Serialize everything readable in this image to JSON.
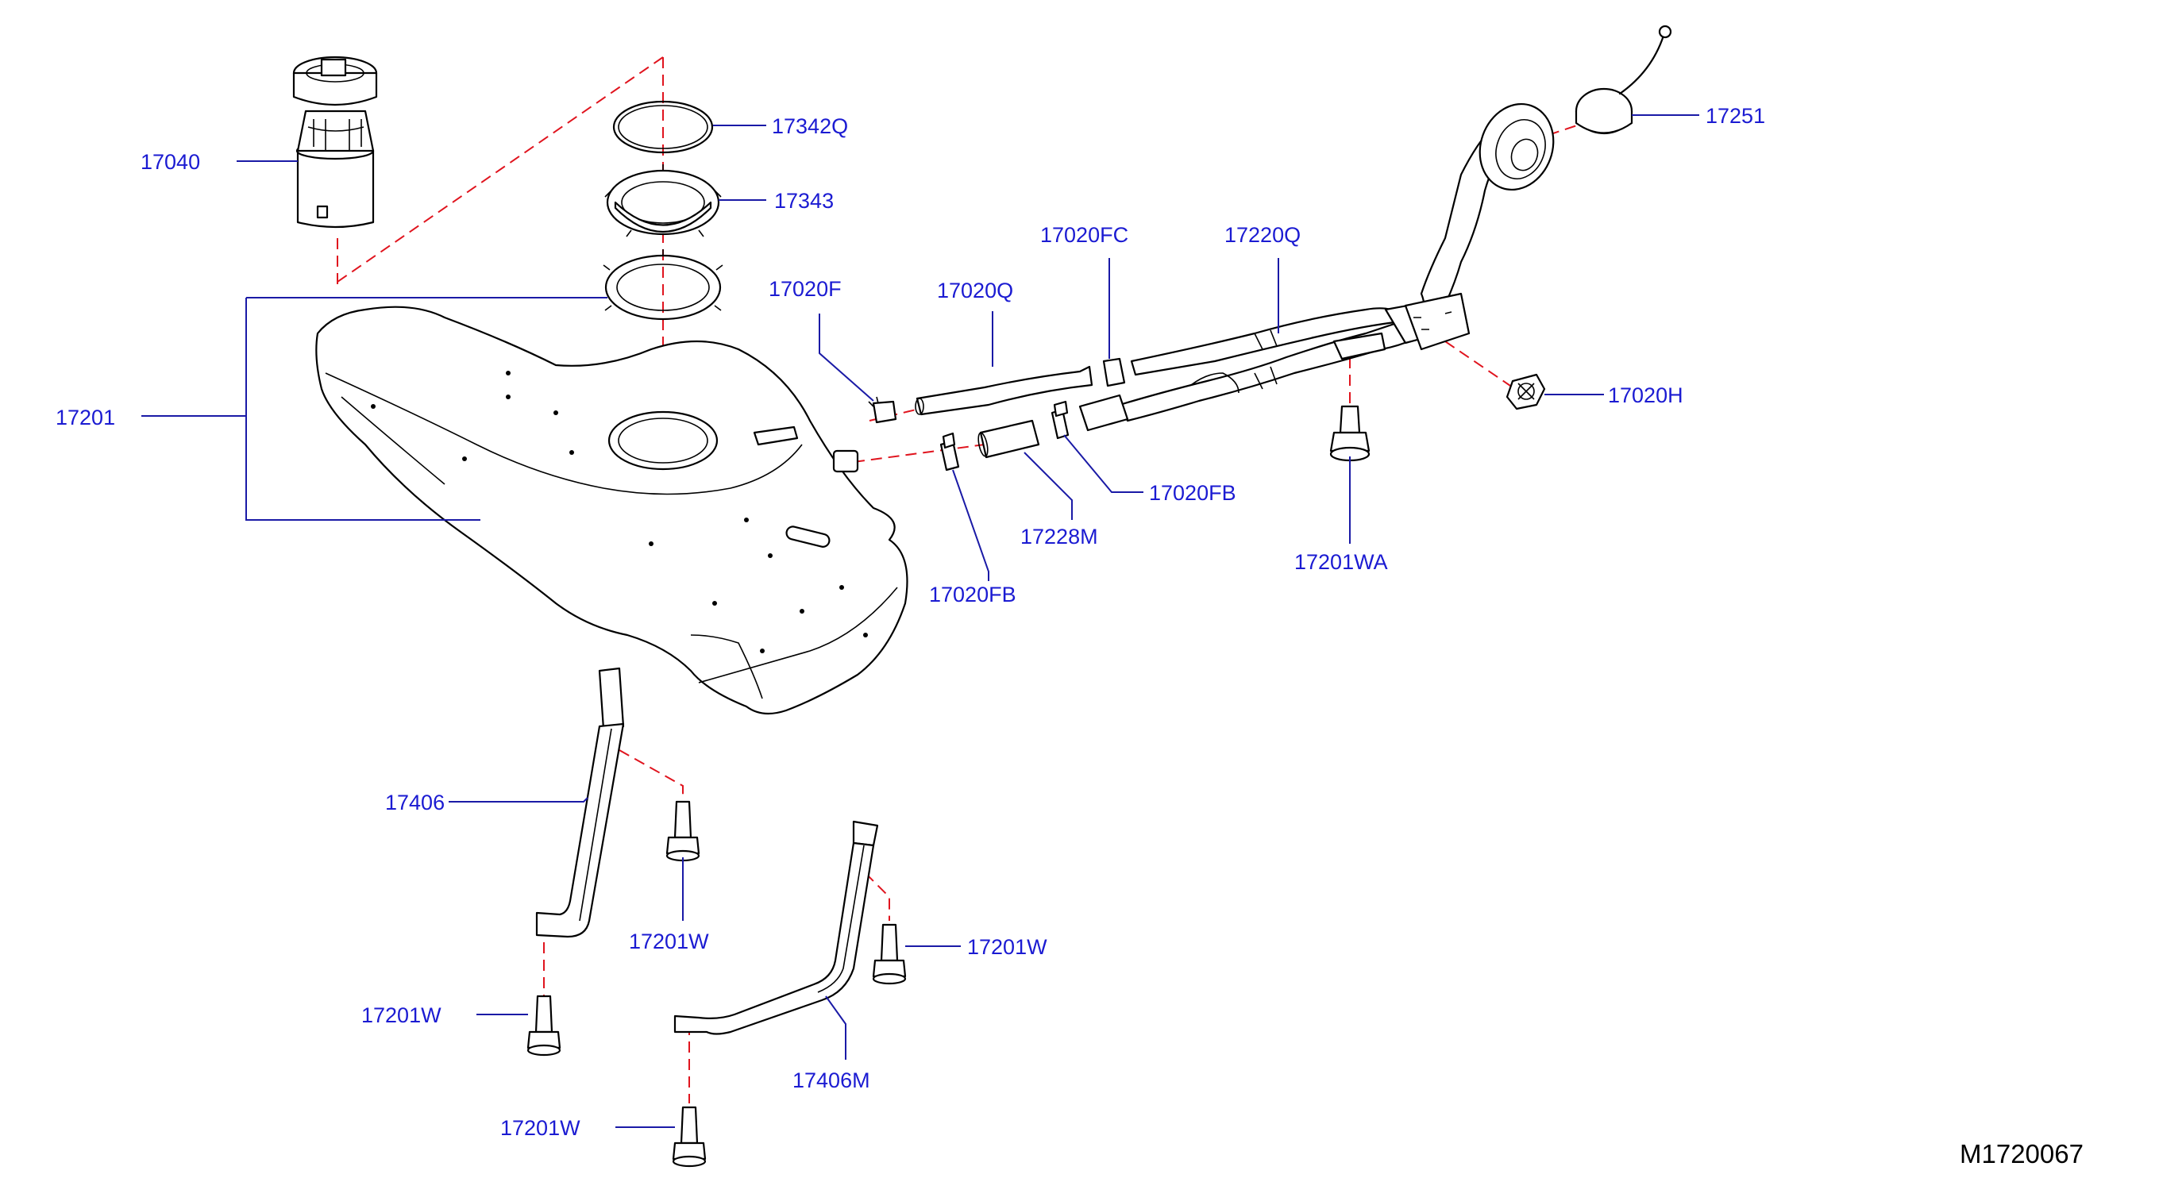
{
  "diagram": {
    "drawing_code": "M1720067",
    "colors": {
      "label": "#1b1bd2",
      "leader": "#1a1aa6",
      "phantom_line": "#e0141e",
      "part_outline": "#000000"
    },
    "labels": {
      "p17040": "17040",
      "p17342Q": "17342Q",
      "p17343": "17343",
      "p17201": "17201",
      "p17020F": "17020F",
      "p17020Q": "17020Q",
      "p17020FC": "17020FC",
      "p17220Q": "17220Q",
      "p17251": "17251",
      "p17020H": "17020H",
      "p17020FB_right": "17020FB",
      "p17228M": "17228M",
      "p17020FB_left": "17020FB",
      "p17201WA": "17201WA",
      "p17406": "17406",
      "p17201W_a": "17201W",
      "p17201W_b": "17201W",
      "p17201W_c": "17201W",
      "p17406M": "17406M",
      "p17201W_d": "17201W"
    }
  }
}
